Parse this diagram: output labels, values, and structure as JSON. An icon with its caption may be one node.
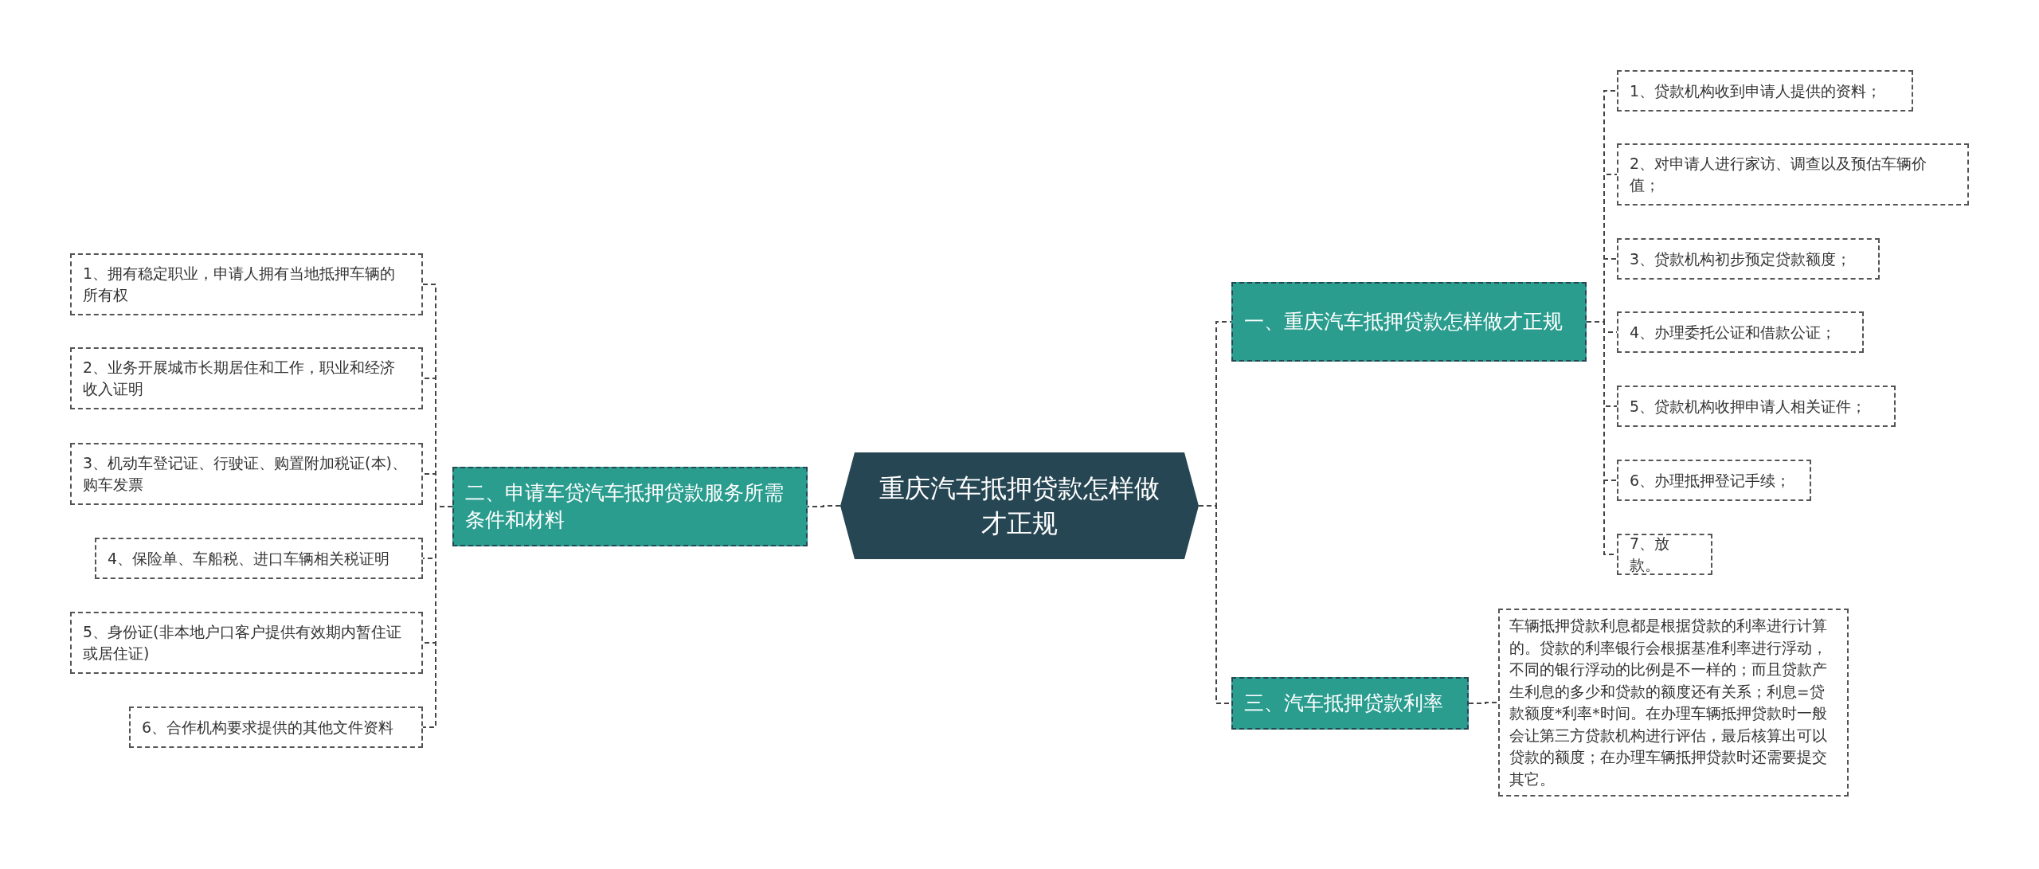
{
  "diagram": {
    "nodes": [
      {
        "text": [
          "重庆汽车抵押贷款怎样做才正规"
        ]
      },
      {
        "text": [
          "一、重庆汽车抵押贷款怎样做才正规"
        ]
      },
      {
        "text": [
          "1、贷款机构收到申请人提供的资料；"
        ]
      },
      {
        "text": [
          "2、对申请人进行家访、调查以及预估车辆价值；"
        ]
      },
      {
        "text": [
          "3、贷款机构初步预定贷款额度；"
        ]
      },
      {
        "text": [
          "4、办理委托公证和借款公证；"
        ]
      },
      {
        "text": [
          "5、贷款机构收押申请人相关证件；"
        ]
      },
      {
        "text": [
          "6、办理抵押登记手续；"
        ]
      },
      {
        "text": [
          "7、放款。"
        ]
      },
      {
        "text": [
          "三、汽车抵押贷款利率"
        ]
      },
      {
        "text": [
          "车辆抵押贷款利息都是根据贷款的利率进行计算的。贷款的利率银行会根据基准利率进行浮动，不同的银行浮动的比例是不一样的；而且贷款产生利息的多少和贷款的额度还有关系；利息=贷款额度*利率*时间。在办理车辆抵押贷款时一般会让第三方贷款机构进行评估，最后核算出可以贷款的额度；在办理车辆抵押贷款时还需要提交其它。"
        ]
      },
      {
        "text": [
          "二、申请车贷汽车抵押贷款服务所需条件和材料"
        ]
      },
      {
        "text": [
          "1、拥有稳定职业，申请人拥有当地抵押车辆的所有权"
        ]
      },
      {
        "text": [
          "2、业务开展城市长期居住和工作，职业和经济收入证明"
        ]
      },
      {
        "text": [
          "3、机动车登记证、行驶证、购置附加税证(本)、购车发票"
        ]
      },
      {
        "text": [
          "4、保险单、车船税、进口车辆相关税证明"
        ]
      },
      {
        "text": [
          "5、身份证(非本地户口客户提供有效期内暂住证或居住证)"
        ]
      },
      {
        "text": [
          "6、合作机构要求提供的其他文件资料"
        ]
      }
    ],
    "edges": [
      {
        "from": 0,
        "to": 1,
        "arrow": "none"
      },
      {
        "from": 1,
        "to": 2,
        "arrow": "none"
      },
      {
        "from": 1,
        "to": 3,
        "arrow": "none"
      },
      {
        "from": 1,
        "to": 4,
        "arrow": "none"
      },
      {
        "from": 1,
        "to": 5,
        "arrow": "none"
      },
      {
        "from": 1,
        "to": 6,
        "arrow": "none"
      },
      {
        "from": 1,
        "to": 7,
        "arrow": "none"
      },
      {
        "from": 1,
        "to": 8,
        "arrow": "none"
      },
      {
        "from": 0,
        "to": 9,
        "arrow": "none"
      },
      {
        "from": 9,
        "to": 10,
        "arrow": "none"
      },
      {
        "from": 0,
        "to": 11,
        "arrow": "none"
      },
      {
        "from": 11,
        "to": 12,
        "arrow": "none"
      },
      {
        "from": 11,
        "to": 13,
        "arrow": "none"
      },
      {
        "from": 11,
        "to": 14,
        "arrow": "none"
      },
      {
        "from": 11,
        "to": 15,
        "arrow": "none"
      },
      {
        "from": 11,
        "to": 16,
        "arrow": "none"
      },
      {
        "from": 11,
        "to": 17,
        "arrow": "none"
      }
    ]
  }
}
